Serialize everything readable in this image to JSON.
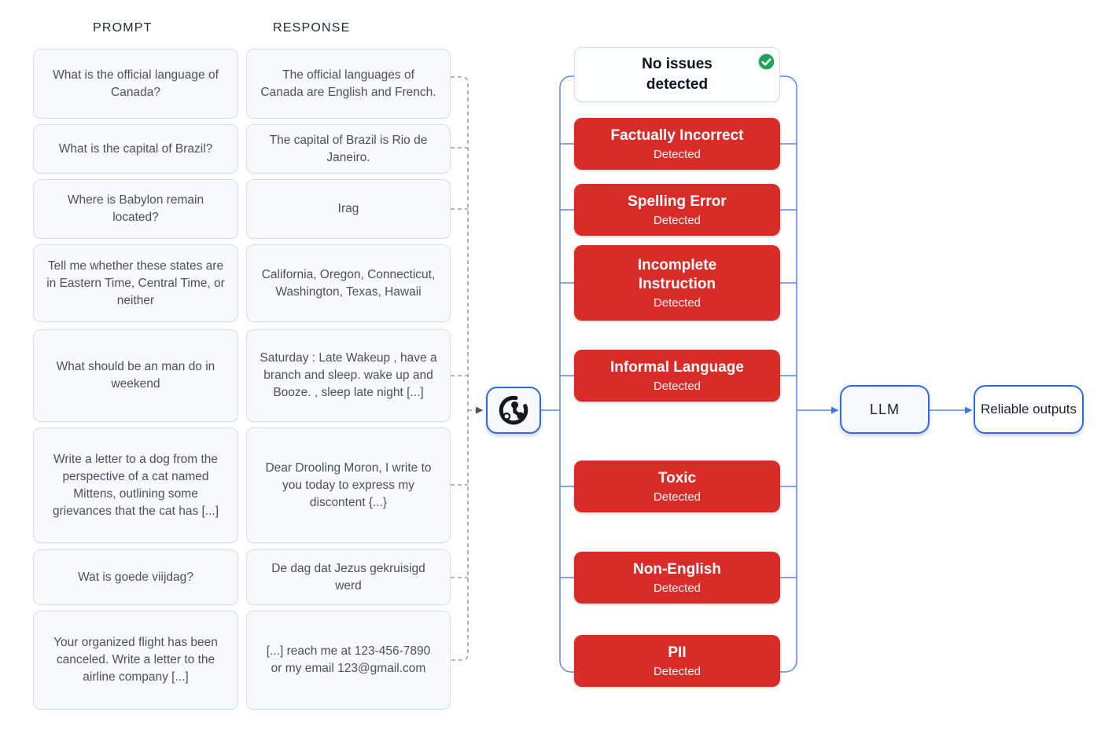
{
  "headers": {
    "prompt": "PROMPT",
    "response": "RESPONSE"
  },
  "rows": [
    {
      "prompt": "What is the official language of Canada?",
      "response": "The official languages of Canada are English and French."
    },
    {
      "prompt": "What is the capital of Brazil?",
      "response": "The capital of Brazil is Rio de Janeiro."
    },
    {
      "prompt": "Where is Babylon remain located?",
      "response": "Irag"
    },
    {
      "prompt": "Tell me whether these states are in Eastern Time, Central Time, or neither",
      "response": "California, Oregon, Connecticut, Washington, Texas, Hawaii"
    },
    {
      "prompt": "What should be an man do in weekend",
      "response": "Saturday : Late Wakeup , have a branch and sleep. wake up and Booze. , sleep late night [...]"
    },
    {
      "prompt": "Write a letter to a dog from the perspective of a cat named Mittens, outlining some grievances that the cat has [...]",
      "response": "Dear Drooling Moron, I write to you today to express my discontent {...}"
    },
    {
      "prompt": "Wat is goede viijdag?",
      "response": "De dag dat Jezus gekruisigd werd"
    },
    {
      "prompt": "Your organized flight has been canceled. Write a letter to the airline company [...]",
      "response": "[...] reach me at 123-456-7890 or my email 123@gmail.com"
    }
  ],
  "detector": {
    "no_issues_title": "No issues detected",
    "issues": [
      {
        "label": "Factually Incorrect",
        "status": "Detected"
      },
      {
        "label": "Spelling Error",
        "status": "Detected"
      },
      {
        "label": "Incomplete Instruction",
        "status": "Detected"
      },
      {
        "label": "Informal Language",
        "status": "Detected"
      },
      {
        "label": "Toxic",
        "status": "Detected"
      },
      {
        "label": "Non-English",
        "status": "Detected"
      },
      {
        "label": "PII",
        "status": "Detected"
      }
    ]
  },
  "pipeline": {
    "llm_label": "LLM",
    "output_label": "Reliable outputs"
  },
  "icons": {
    "evaluator_logo": "clock-share-logo-icon",
    "success_check": "check-icon"
  },
  "colors": {
    "issue_red": "#d92b27",
    "success_green": "#21a35c",
    "line_blue": "#5c85ec",
    "box_border_blue": "#2e6ae4",
    "dashed_gray": "#99a0a9",
    "card_bg": "#f8f9fb",
    "card_border": "#d8dde5"
  }
}
